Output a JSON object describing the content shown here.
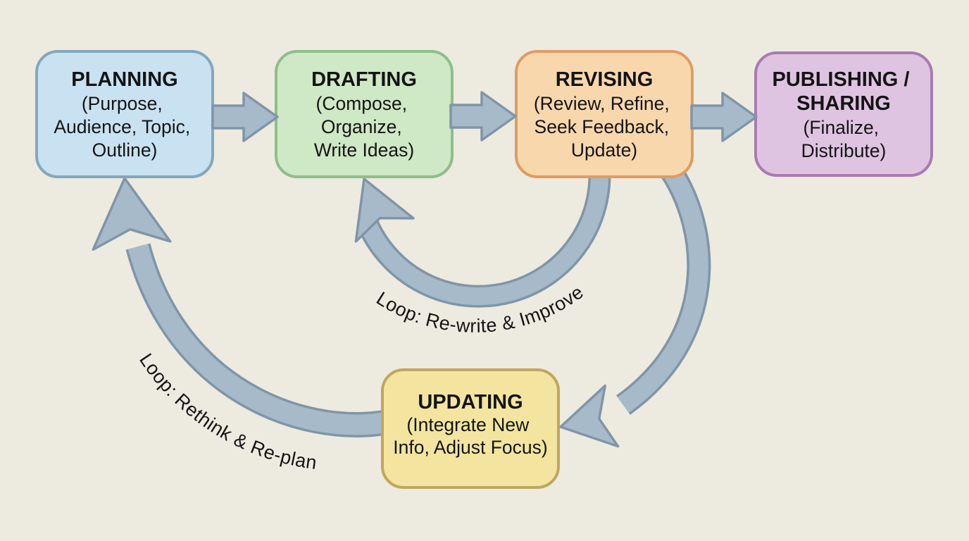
{
  "colors": {
    "background": "#edeae0",
    "arrow_fill": "#a7bac9",
    "arrow_stroke": "#8095a7",
    "text": "#141414"
  },
  "boxes": [
    {
      "id": "planning",
      "title_lines": [
        "PLANNING"
      ],
      "detail_lines": [
        "(Purpose,",
        "Audience, Topic,",
        "Outline)"
      ],
      "fill": "#c9e2f2",
      "border": "#84a7bd"
    },
    {
      "id": "drafting",
      "title_lines": [
        "DRAFTING"
      ],
      "detail_lines": [
        "(Compose,",
        "Organize,",
        "Write Ideas)"
      ],
      "fill": "#cfe8c5",
      "border": "#8fbe8a"
    },
    {
      "id": "revising",
      "title_lines": [
        "REVISING"
      ],
      "detail_lines": [
        "(Review, Refine,",
        "Seek Feedback,",
        "Update)"
      ],
      "fill": "#f9d7ad",
      "border": "#df9c62"
    },
    {
      "id": "publishing",
      "title_lines": [
        "PUBLISHING /",
        "SHARING"
      ],
      "detail_lines": [
        "(Finalize,",
        "Distribute)"
      ],
      "fill": "#dfc4e2",
      "border": "#a87cb0"
    },
    {
      "id": "updating",
      "title_lines": [
        "UPDATING"
      ],
      "detail_lines": [
        "(Integrate New",
        "Info, Adjust Focus)"
      ],
      "fill": "#f3e5a0",
      "border": "#bfa75f"
    }
  ],
  "arrows": {
    "sequence": [
      {
        "from": "PLANNING",
        "to": "DRAFTING"
      },
      {
        "from": "DRAFTING",
        "to": "REVISING"
      },
      {
        "from": "REVISING",
        "to": "PUBLISHING / SHARING"
      }
    ],
    "loops": [
      {
        "from": "REVISING",
        "to": "DRAFTING",
        "label": "Loop: Re-write & Improve"
      },
      {
        "from": "REVISING",
        "to": "UPDATING"
      },
      {
        "from": "UPDATING",
        "to": "PLANNING",
        "label": "Loop: Rethink & Re-plan"
      }
    ]
  }
}
